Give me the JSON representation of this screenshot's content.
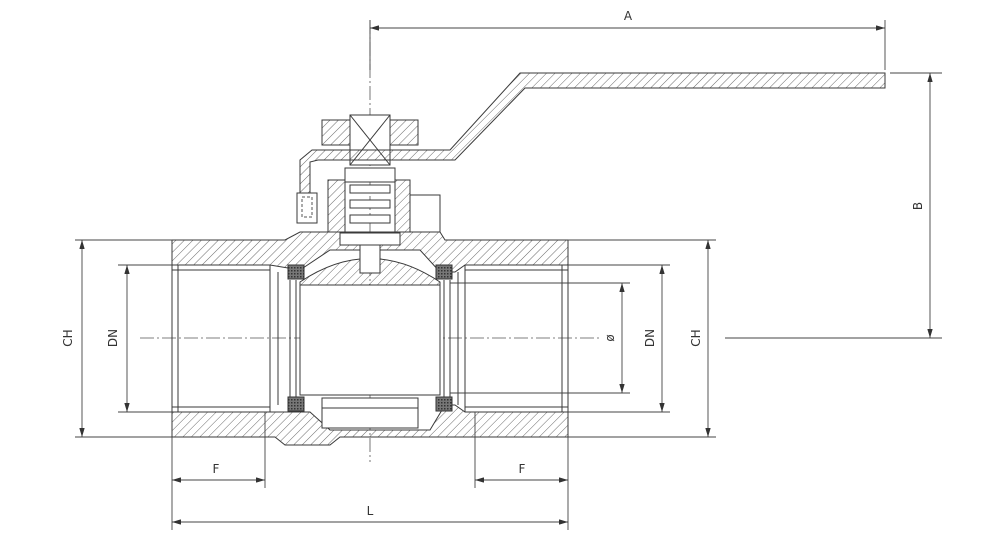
{
  "title": "Ball valve sectional drawing",
  "dimensions": {
    "A": "A",
    "B": "B",
    "CH_left": "CH",
    "DN_left": "DN",
    "diameter": "ø",
    "DN_right": "DN",
    "CH_right": "CH",
    "F_left": "F",
    "F_right": "F",
    "L": "L"
  },
  "colors": {
    "line": "#3a3a3a",
    "background": "#ffffff"
  }
}
